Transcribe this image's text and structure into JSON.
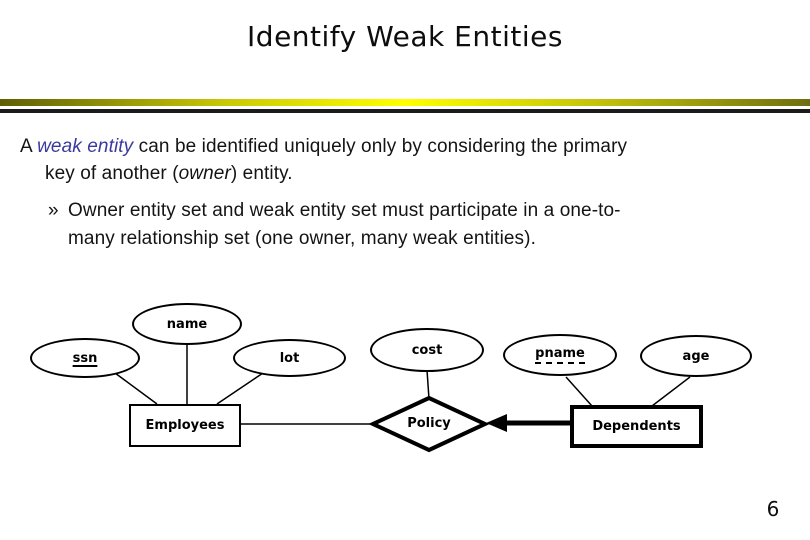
{
  "slide": {
    "title": "Identify Weak Entities",
    "page_number": "6"
  },
  "body": {
    "para1": {
      "prefix": "A ",
      "emphasis": "weak entity",
      "line1_rest": " can be identified uniquely only by considering the primary",
      "line2_pre": "key of another (",
      "line2_emphasis": "owner",
      "line2_post": ") entity."
    },
    "bullet": {
      "marker": "»",
      "line1": "Owner entity set and weak entity set must participate in a one-to-",
      "line2": "many relationship set (one owner, many weak entities)."
    }
  },
  "diagram": {
    "attributes": {
      "name": "name",
      "ssn": "ssn",
      "lot": "lot",
      "cost": "cost",
      "pname": "pname",
      "age": "age"
    },
    "entities": {
      "employees": "Employees",
      "dependents": "Dependents"
    },
    "relationships": {
      "policy": "Policy"
    }
  },
  "colors": {
    "emphasis_text": "#3a3a9e",
    "divider_gradient_left": "#5e5e06",
    "divider_gradient_mid": "#ffff00",
    "divider_gradient_right": "#6e6e10",
    "divider_black": "#1b1b1b",
    "shape_stroke": "#000000",
    "background": "#ffffff"
  }
}
